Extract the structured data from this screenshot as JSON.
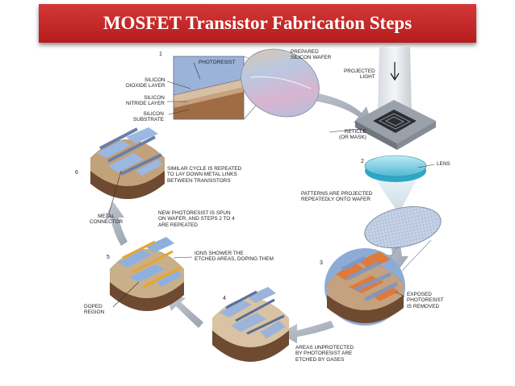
{
  "slide": {
    "title": "MOSFET Transistor Fabrication Steps"
  },
  "diagram": {
    "step_numbers": [
      "1",
      "2",
      "3",
      "4",
      "5",
      "6"
    ],
    "labels": {
      "photoresist": "PHOTORESIST",
      "silicon_dioxide": "SILICON\nDIOXIDE LAYER",
      "silicon_nitride": "SILICON\nNITRIDE LAYER",
      "silicon_substrate": "SILICON\nSUBSTRATE",
      "prepared_wafer": "PREPARED\nSILICON WAFER",
      "projected_light": "PROJECTED\nLIGHT",
      "reticle": "RETICLE\n(OR MASK)",
      "lens": "LENS",
      "patterns_projected": "PATTERNS ARE PROJECTED\nREPEATEDLY ONTO WAFER",
      "exposed_photoresist": "EXPOSED\nPHOTORESIST\nIS REMOVED",
      "areas_unprotected": "AREAS UNPROTECTED\nBY PHOTORESIST ARE\nETCHED BY GASES",
      "ions_shower": "IONS SHOWER THE\nETCHED AREAS, DOPING THEM",
      "doped_region": "DOPED\nREGION",
      "new_photoresist": "NEW PHOTORESIST IS SPUN\nON WAFER, AND STEPS 2 TO 4\nARE REPEATED",
      "metal_connector": "METAL\nCONNECTOR",
      "similar_cycle": "SIMILAR CYCLE IS REPEATED\nTO LAY DOWN METAL LINKS\nBETWEEN TRANSISTORS"
    }
  },
  "colors": {
    "banner": "#c62828",
    "arrow": "#a9b1bd",
    "photoresist": "#8aa9d6",
    "copper": "#c98a3c",
    "substrate": "#7a5236"
  }
}
